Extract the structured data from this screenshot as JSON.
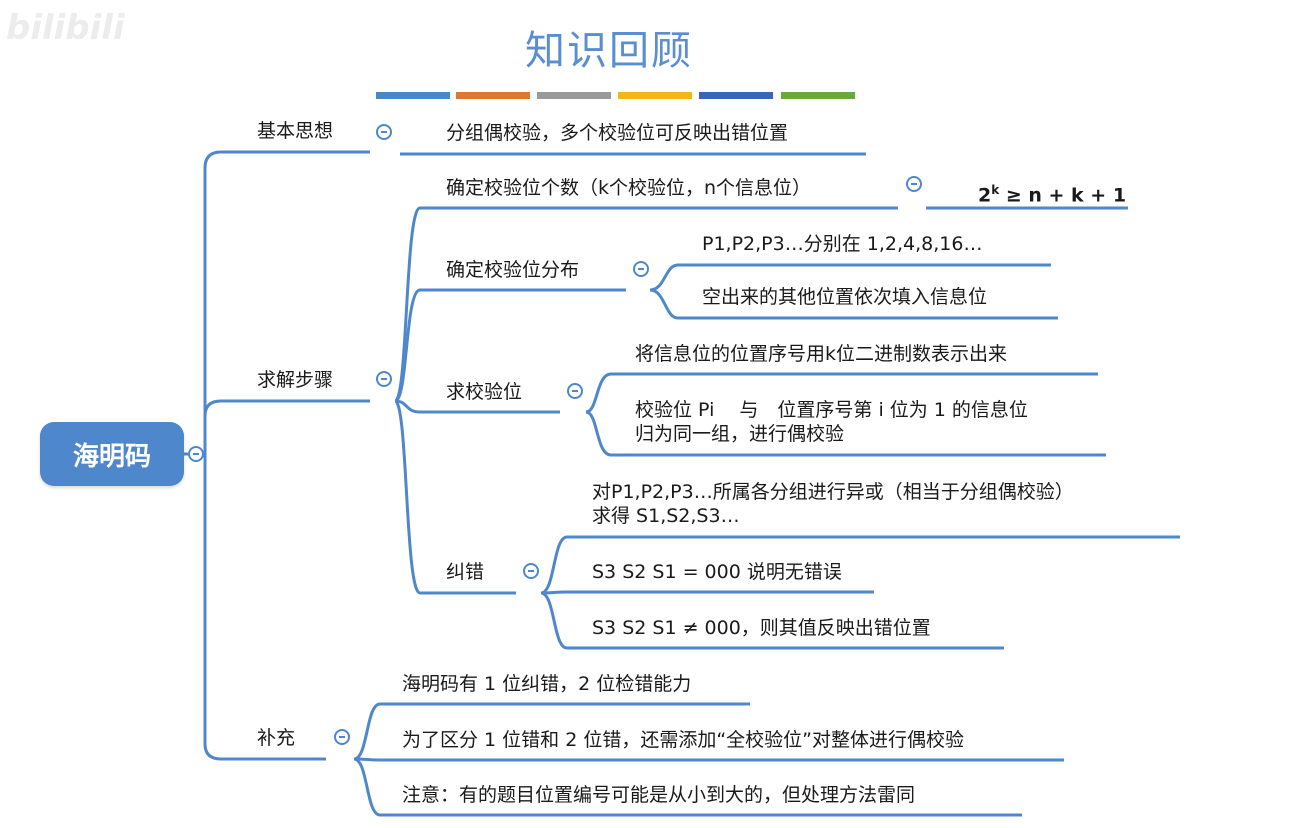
{
  "watermark": "bilibili",
  "title": "知识回顾",
  "color_bars": [
    "#4a86c8",
    "#e07730",
    "#9a9a9a",
    "#f2b51c",
    "#3a66b4",
    "#6aaa3c"
  ],
  "root": "海明码",
  "branches": {
    "basic": {
      "label": "基本思想",
      "child": "分组偶校验，多个校验位可反映出错位置"
    },
    "steps": {
      "label": "求解步骤",
      "count": {
        "label": "确定校验位个数（k个校验位，n个信息位）",
        "formula_base": "2",
        "formula_exp": "k",
        "formula_rest": " ≥ n + k + 1"
      },
      "distribution": {
        "label": "确定校验位分布",
        "children": [
          "P1,P2,P3…分别在 1,2,4,8,16…",
          "空出来的其他位置依次填入信息位"
        ]
      },
      "compute": {
        "label": "求校验位",
        "child1": "将信息位的位置序号用k位二进制数表示出来",
        "child2_line1": "校验位 Pi　 与　位置序号第 i 位为 1 的信息位",
        "child2_line2": "归为同一组，进行偶校验"
      },
      "correct": {
        "label": "纠错",
        "child1_line1": "对P1,P2,P3…所属各分组进行异或（相当于分组偶校验）",
        "child1_line2": "求得 S1,S2,S3…",
        "child2": "S3 S2 S1 = 000 说明无错误",
        "child3": "S3 S2 S1 ≠ 000，则其值反映出错位置"
      }
    },
    "supplement": {
      "label": "补充",
      "children": [
        "海明码有 1 位纠错，2 位检错能力",
        "为了区分 1 位错和 2 位错，还需添加“全校验位”对整体进行偶校验",
        "注意：有的题目位置编号可能是从小到大的，但处理方法雷同"
      ]
    }
  },
  "accent": "#4f87cc"
}
